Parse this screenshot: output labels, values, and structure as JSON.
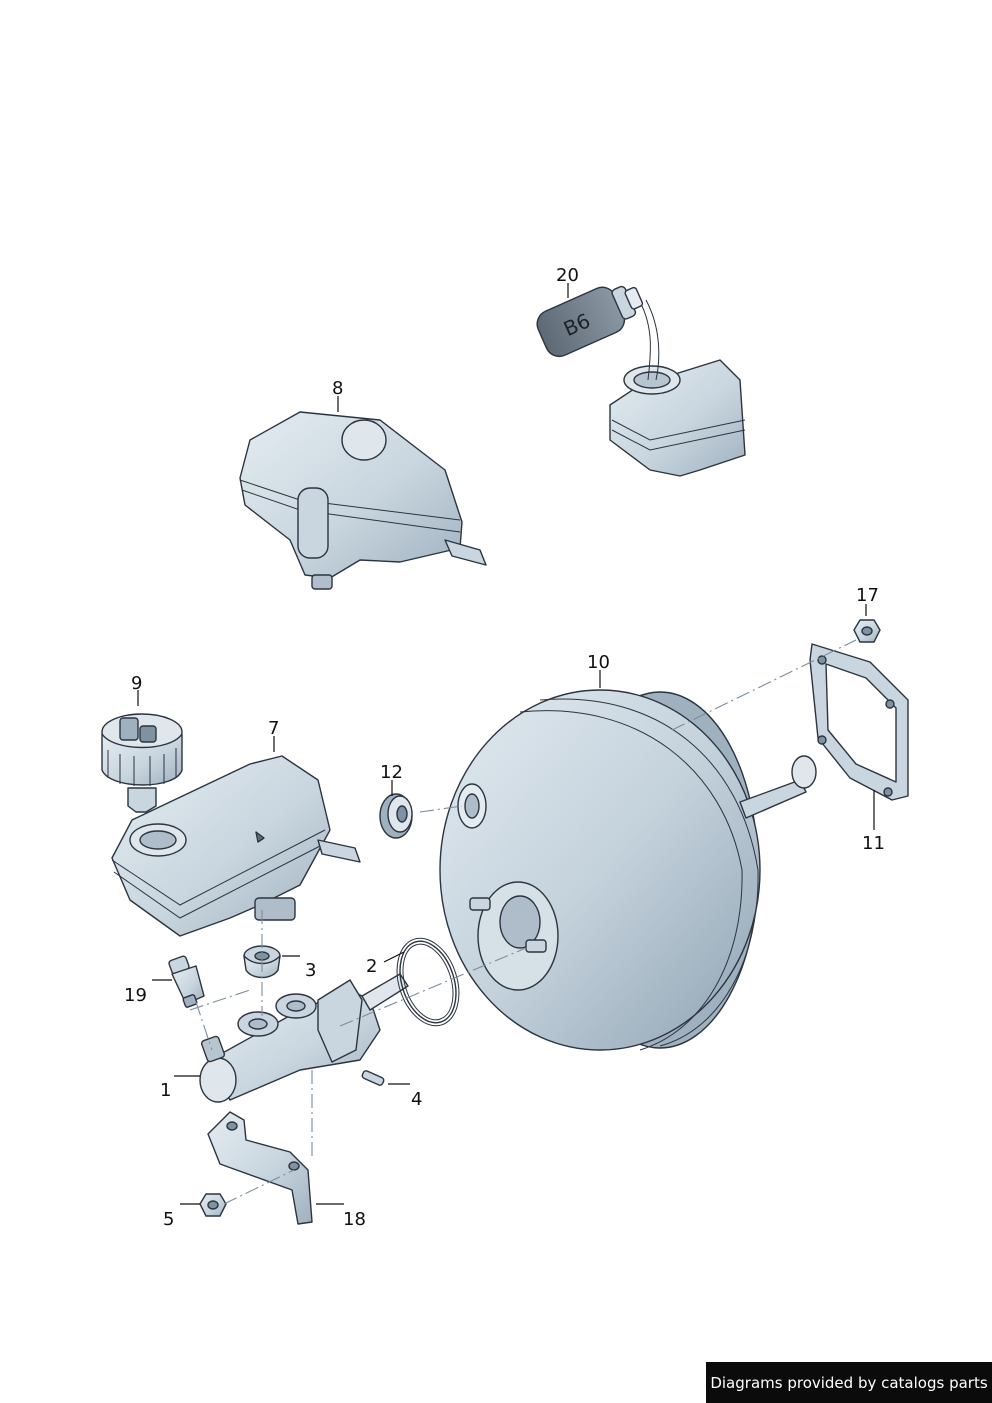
{
  "callouts": {
    "c1": "1",
    "c2": "2",
    "c3": "3",
    "c4": "4",
    "c5": "5",
    "c7": "7",
    "c8": "8",
    "c9": "9",
    "c10": "10",
    "c11": "11",
    "c12": "12",
    "c17": "17",
    "c18": "18",
    "c19": "19",
    "c20": "20"
  },
  "bottle_label": "B6",
  "credit": "Diagrams provided by catalogs parts",
  "colors": {
    "part_fill": "#c9d6df",
    "part_shade": "#a9bac7",
    "part_light": "#e4ecf1",
    "outline": "#2c3440",
    "credit_bg": "#0b0b0b"
  }
}
